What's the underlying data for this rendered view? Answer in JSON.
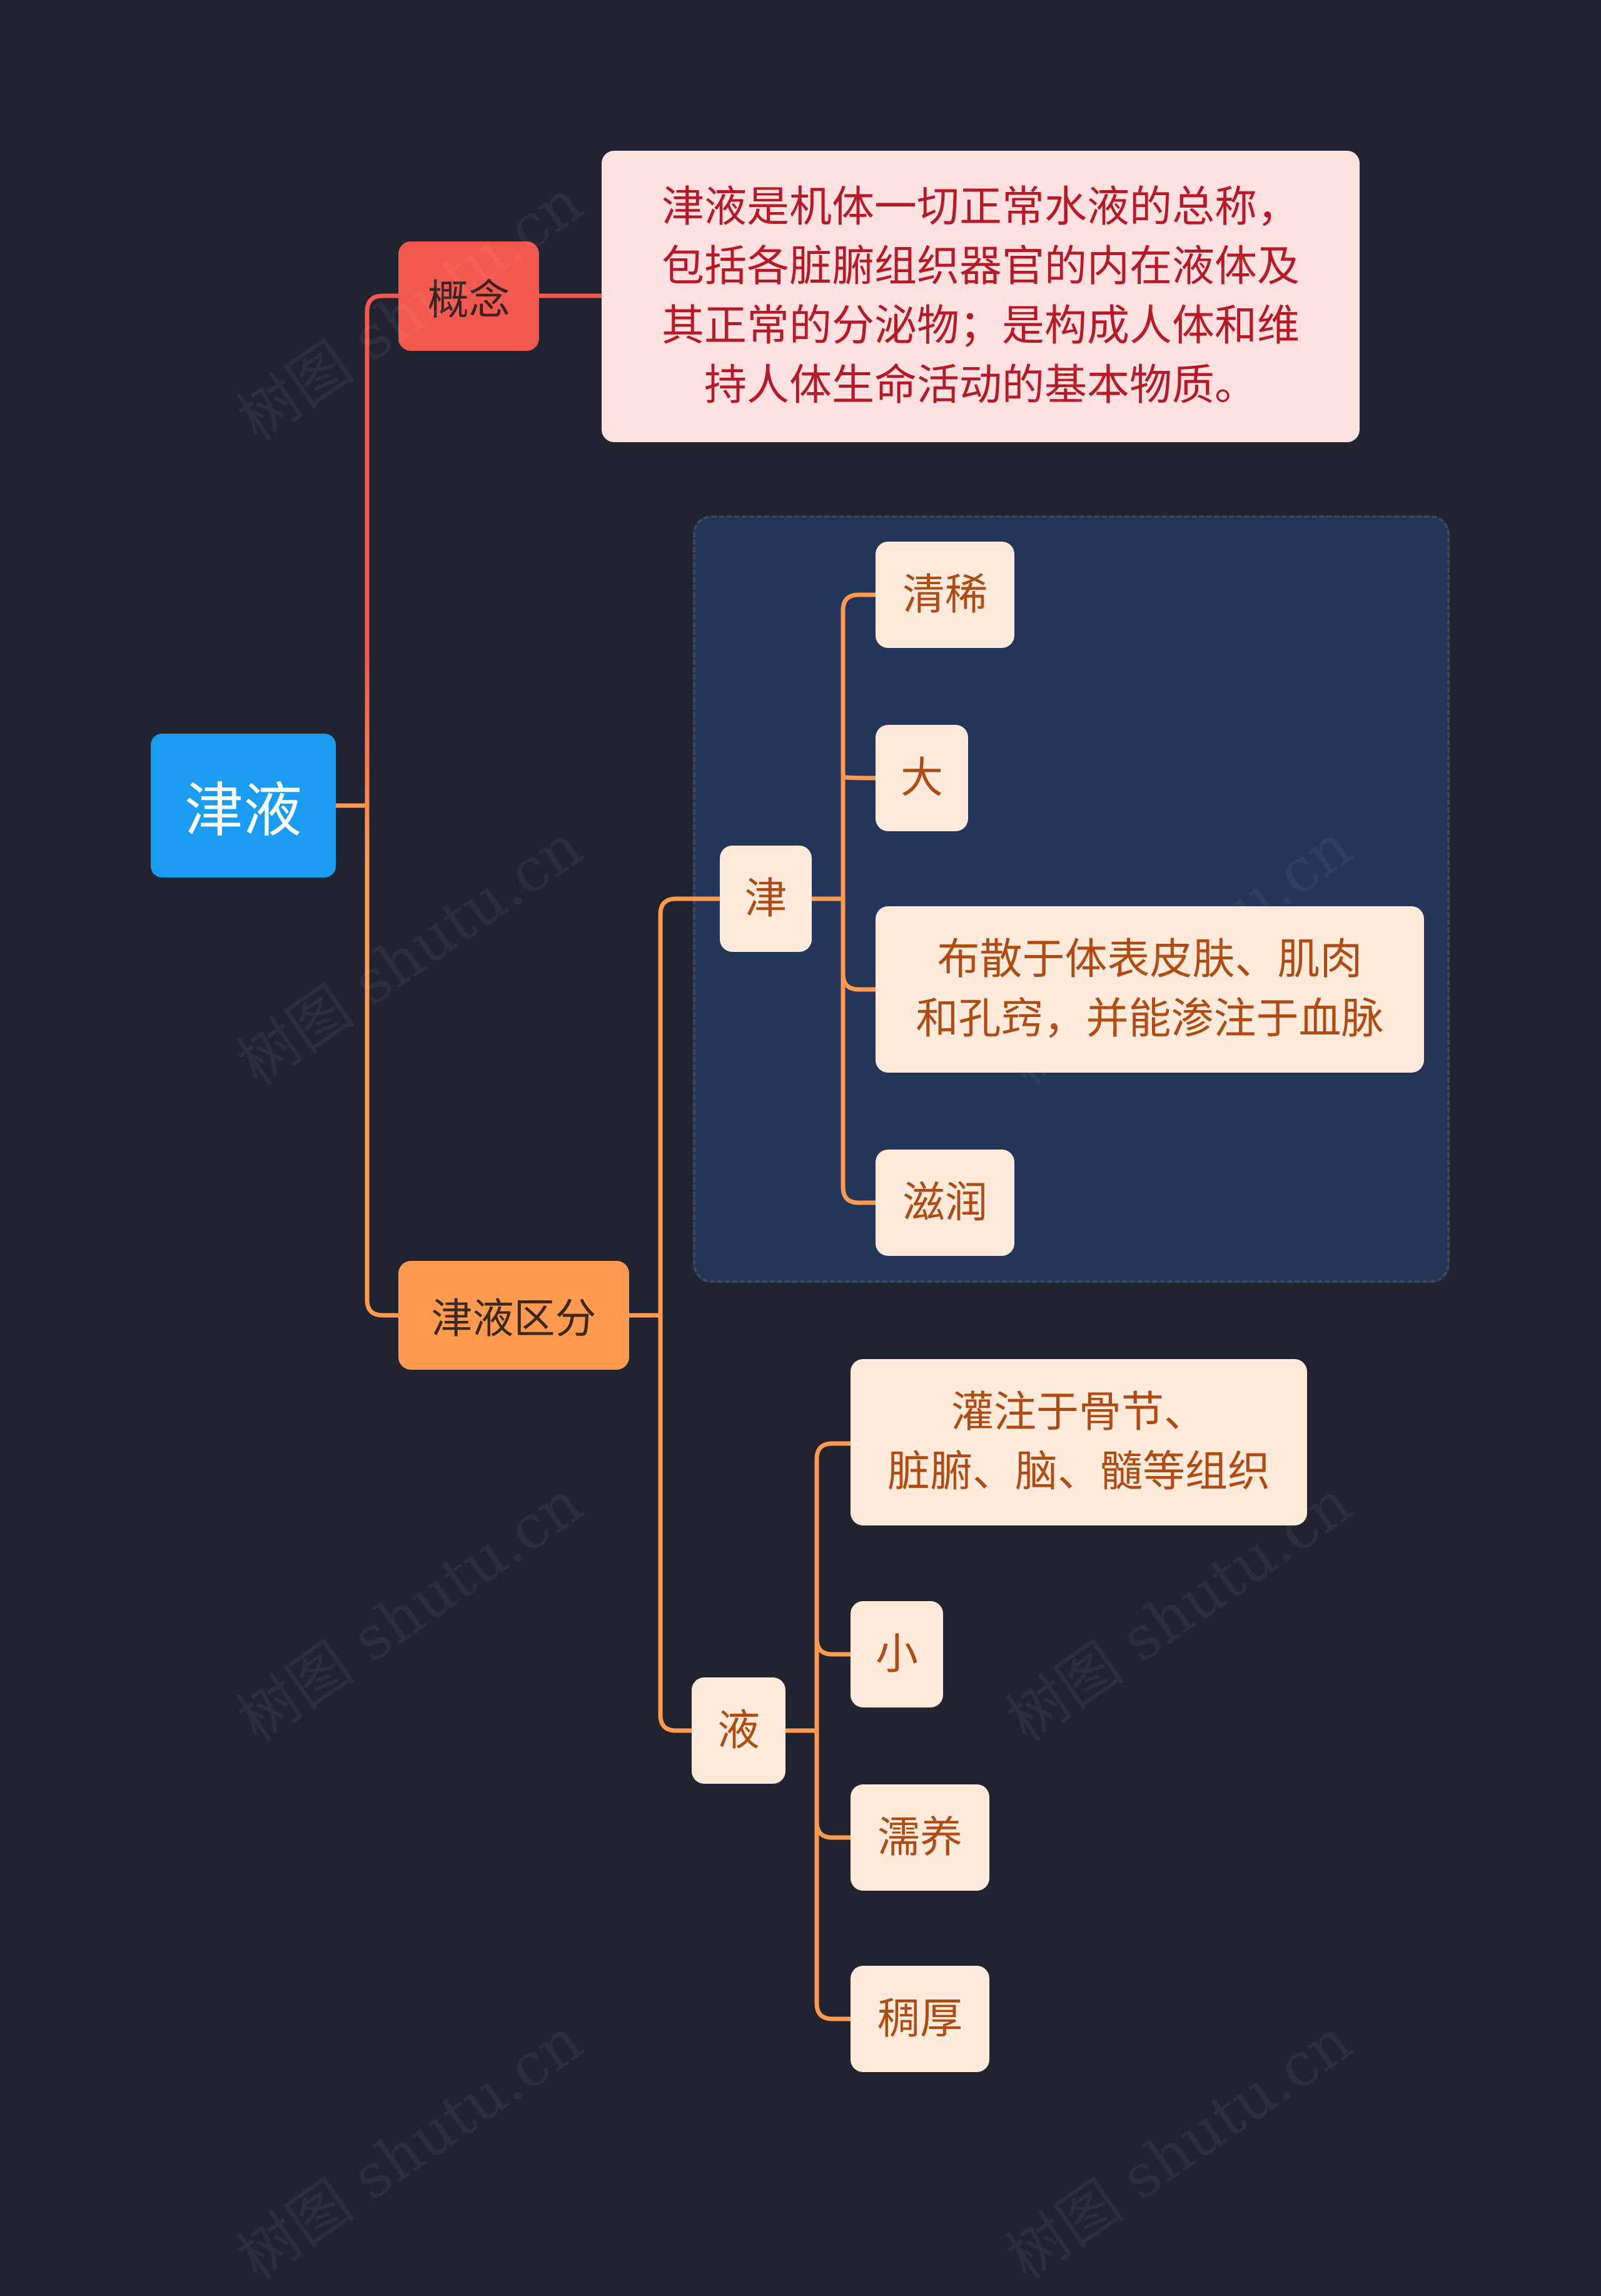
{
  "root": {
    "label": "津液"
  },
  "concept": {
    "label": "概念",
    "definition": "津液是机体一切正常水液的总称，\n包括各脏腑组织器官的内在液体及\n其正常的分泌物；是构成人体和维\n持人体生命活动的基本物质。"
  },
  "distinction": {
    "label": "津液区分",
    "jin": {
      "label": "津",
      "items": [
        "清稀",
        "大",
        "布散于体表皮肤、肌肉\n和孔窍，并能渗注于血脉",
        "滋润"
      ]
    },
    "ye": {
      "label": "液",
      "items": [
        "灌注于骨节、\n脏腑、脑、髓等组织",
        "小",
        "濡养",
        "稠厚"
      ]
    }
  },
  "watermark": "树图 shutu.cn",
  "colors": {
    "background": "#21232f",
    "root": "#1a9cf2",
    "concept": "#f2584f",
    "definition_fill": "#ffe0e0",
    "definition_text": "#b61a26",
    "distinction": "#ff9a50",
    "leaf_fill": "#ffeadb",
    "leaf_text": "#b04b14",
    "group_fill": "#233558",
    "link_concept": "#f2584f",
    "link_distinction": "#ff9a50"
  }
}
